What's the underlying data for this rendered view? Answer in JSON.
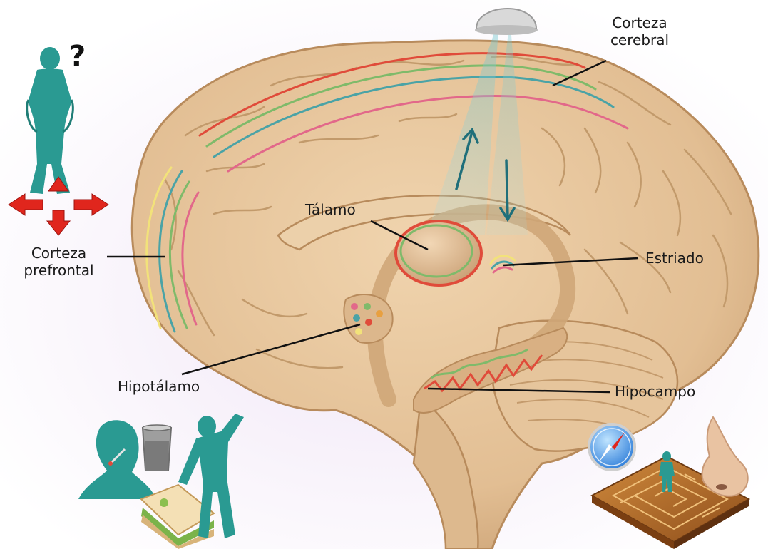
{
  "labels": {
    "cortex": [
      "Corteza",
      "cerebral"
    ],
    "prefrontal": [
      "Corteza",
      "prefrontal"
    ],
    "thalamus": "Tálamo",
    "striatum": "Estriado",
    "hypothalamus": "Hipotálamo",
    "hippocampus": "Hipocampo"
  },
  "question_mark": "?",
  "colors": {
    "brain": "#e8c9a0",
    "brain_shadow": "#c9a273",
    "teal_figure": "#2a9a92",
    "band_red": "#e04b3a",
    "band_green": "#7fba6a",
    "band_teal": "#4aa3a6",
    "band_pink": "#e2688a",
    "band_yellow": "#f2e27a",
    "beam": "#7cc9cf",
    "background_glow": "#efe4f4"
  }
}
